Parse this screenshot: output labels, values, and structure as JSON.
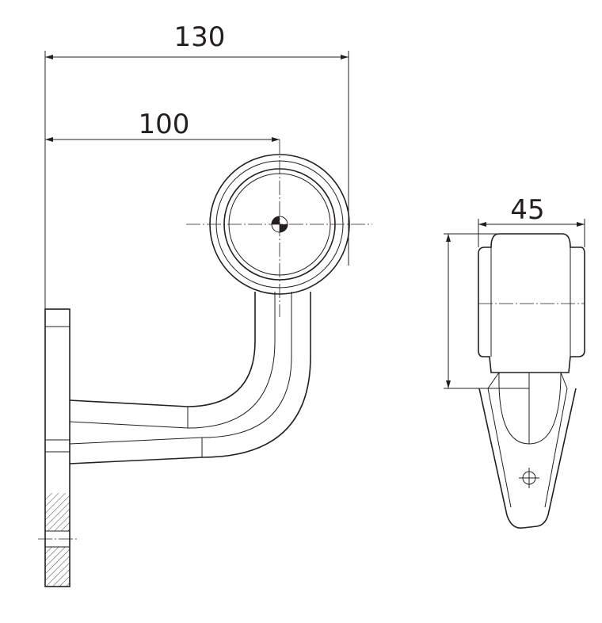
{
  "dimensions": {
    "overall_length": "130",
    "center_distance": "100",
    "width": "45"
  },
  "colors": {
    "line": "#231f20",
    "background": "#ffffff"
  }
}
